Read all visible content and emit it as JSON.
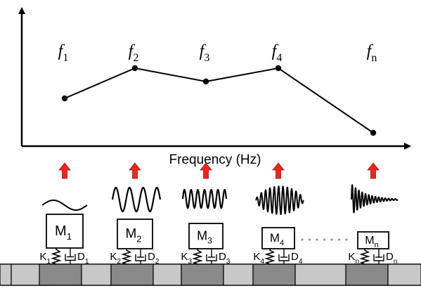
{
  "axis": {
    "xlabel": "Frequency (Hz)"
  },
  "chart_data": {
    "type": "line",
    "xlabel": "Frequency (Hz)",
    "categories": [
      "f1",
      "f2",
      "f3",
      "f4",
      "fn"
    ],
    "points": [
      {
        "label": {
          "base": "f",
          "sub": "1"
        }
      },
      {
        "label": {
          "base": "f",
          "sub": "2"
        }
      },
      {
        "label": {
          "base": "f",
          "sub": "3"
        }
      },
      {
        "label": {
          "base": "f",
          "sub": "4"
        }
      },
      {
        "label": {
          "base": "f",
          "sub": "n"
        }
      }
    ]
  },
  "oscillators": [
    {
      "mass": {
        "base": "M",
        "sub": "1"
      },
      "spring": {
        "base": "K",
        "sub": "1"
      },
      "damper": {
        "base": "D",
        "sub": "1"
      }
    },
    {
      "mass": {
        "base": "M",
        "sub": "2"
      },
      "spring": {
        "base": "K",
        "sub": "2"
      },
      "damper": {
        "base": "D",
        "sub": "2"
      }
    },
    {
      "mass": {
        "base": "M",
        "sub": "3"
      },
      "spring": {
        "base": "K",
        "sub": "3"
      },
      "damper": {
        "base": "D",
        "sub": "3"
      }
    },
    {
      "mass": {
        "base": "M",
        "sub": "4"
      },
      "spring": {
        "base": "K",
        "sub": "4"
      },
      "damper": {
        "base": "D",
        "sub": "4"
      }
    },
    {
      "mass": {
        "base": "M",
        "sub": "n"
      },
      "spring": {
        "base": "K",
        "sub": "n"
      },
      "damper": {
        "base": "D",
        "sub": "n"
      }
    }
  ],
  "colors": {
    "arrow": "#e8281e",
    "arrow_edge": "#a01010",
    "ground_dark": "#8a8a8a",
    "ground_light": "#c8c8c8",
    "dots": "#9a9a9a"
  }
}
